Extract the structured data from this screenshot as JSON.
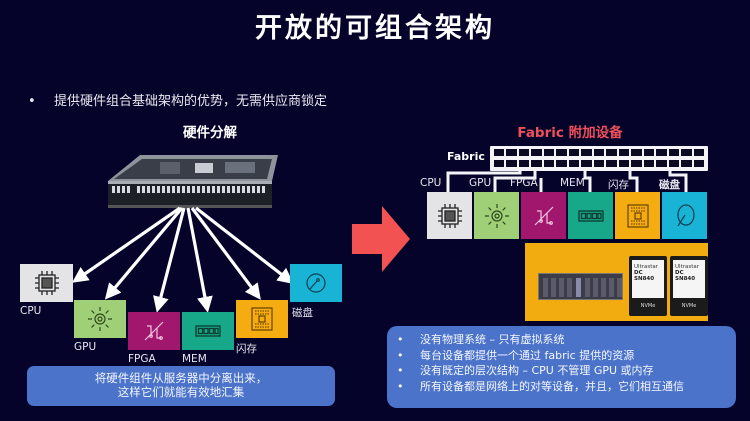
{
  "title": "开放的可组合架构",
  "intro_bullet": "提供硬件组合基础架构的优势，无需供应商锁定",
  "left": {
    "heading": "硬件分解",
    "components": [
      {
        "label": "CPU",
        "color": "#e4e4e6",
        "icon": "cpu-chip-icon"
      },
      {
        "label": "GPU",
        "color": "#9fcf76",
        "icon": "gpu-gear-icon"
      },
      {
        "label": "FPGA",
        "color": "#a2176e",
        "icon": "fpga-circuit-icon"
      },
      {
        "label": "MEM",
        "color": "#17a88a",
        "icon": "memory-module-icon"
      },
      {
        "label": "闪存",
        "color": "#f5ac10",
        "icon": "flash-chip-icon"
      },
      {
        "label": "磁盘",
        "color": "#19b3d6",
        "icon": "disk-icon"
      }
    ],
    "note_line1": "将硬件组件从服务器中分离出来，",
    "note_line2": "这样它们就能有效地汇集"
  },
  "right": {
    "heading": "Fabric 附加设备",
    "fabric_label": "Fabric",
    "devices": [
      {
        "label": "CPU",
        "color": "#e4e4e6",
        "icon": "cpu-chip-icon"
      },
      {
        "label": "GPU",
        "color": "#9fcf76",
        "icon": "gpu-gear-icon"
      },
      {
        "label": "FPGA",
        "color": "#a2176e",
        "icon": "fpga-circuit-icon"
      },
      {
        "label": "MEM",
        "color": "#17a88a",
        "icon": "memory-module-icon"
      },
      {
        "label": "闪存",
        "color": "#f5ac10",
        "icon": "flash-chip-icon"
      },
      {
        "label": "磁盘",
        "color": "#19b3d6",
        "icon": "disk-icon"
      }
    ],
    "ssd_cards": [
      {
        "brand": "Ultrastar",
        "model": "DC SN840",
        "footer": "NVMe"
      },
      {
        "brand": "Ultrastar",
        "model": "DC SN840",
        "footer": "NVMe"
      }
    ],
    "points": [
      "没有物理系统 – 只有虚拟系统",
      "每台设备都提供一个通过 fabric 提供的资源",
      "没有既定的层次结构 – CPU 不管理 GPU 或内存",
      "所有设备都是网络上的对等设备，并且，它们相互通信"
    ]
  },
  "colors": {
    "background": "#05032a",
    "accent_red": "#f0505a",
    "box_blue": "#4a73c9",
    "photo_bg": "#f2ac10"
  }
}
